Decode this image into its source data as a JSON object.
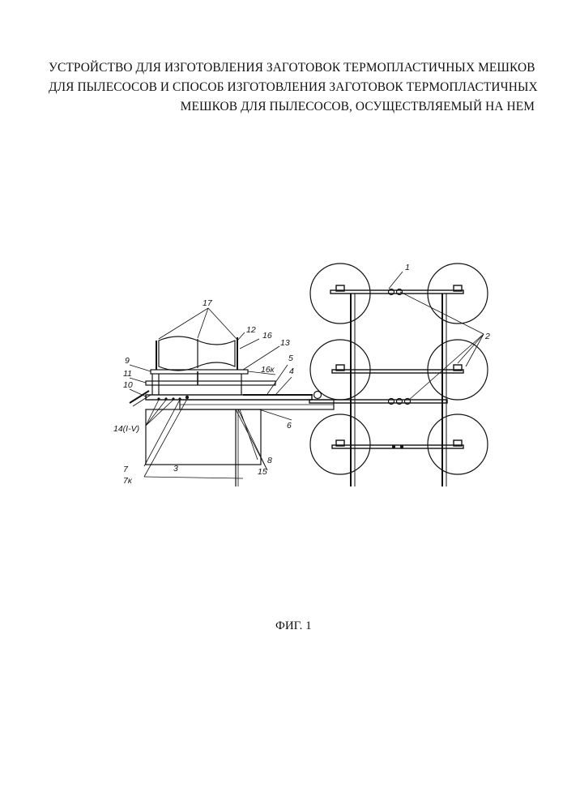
{
  "title_lines": [
    "УСТРОЙСТВО ДЛЯ ИЗГОТОВЛЕНИЯ ЗАГОТОВОК ТЕРМОПЛАСТИЧНЫХ МЕШКОВ",
    "ДЛЯ ПЫЛЕСОСОВ И СПОСОБ ИЗГОТОВЛЕНИЯ ЗАГОТОВОК ТЕРМОПЛАСТИЧНЫХ",
    "МЕШКОВ ДЛЯ ПЫЛЕСОСОВ, ОСУЩЕСТВЛЯЕМЫЙ НА НЕМ"
  ],
  "figure_caption": "ФИГ. 1",
  "labels": {
    "l1": "1",
    "l2": "2",
    "l17": "17",
    "l12": "12",
    "l16": "16",
    "l13": "13",
    "l9": "9",
    "l5": "5",
    "l11": "11",
    "l16k": "16к",
    "l4": "4",
    "l10": "10",
    "l14": "14(I-V)",
    "l6": "6",
    "l8": "8",
    "l7": "7",
    "l15": "15",
    "l3": "3",
    "l7k": "7к"
  }
}
